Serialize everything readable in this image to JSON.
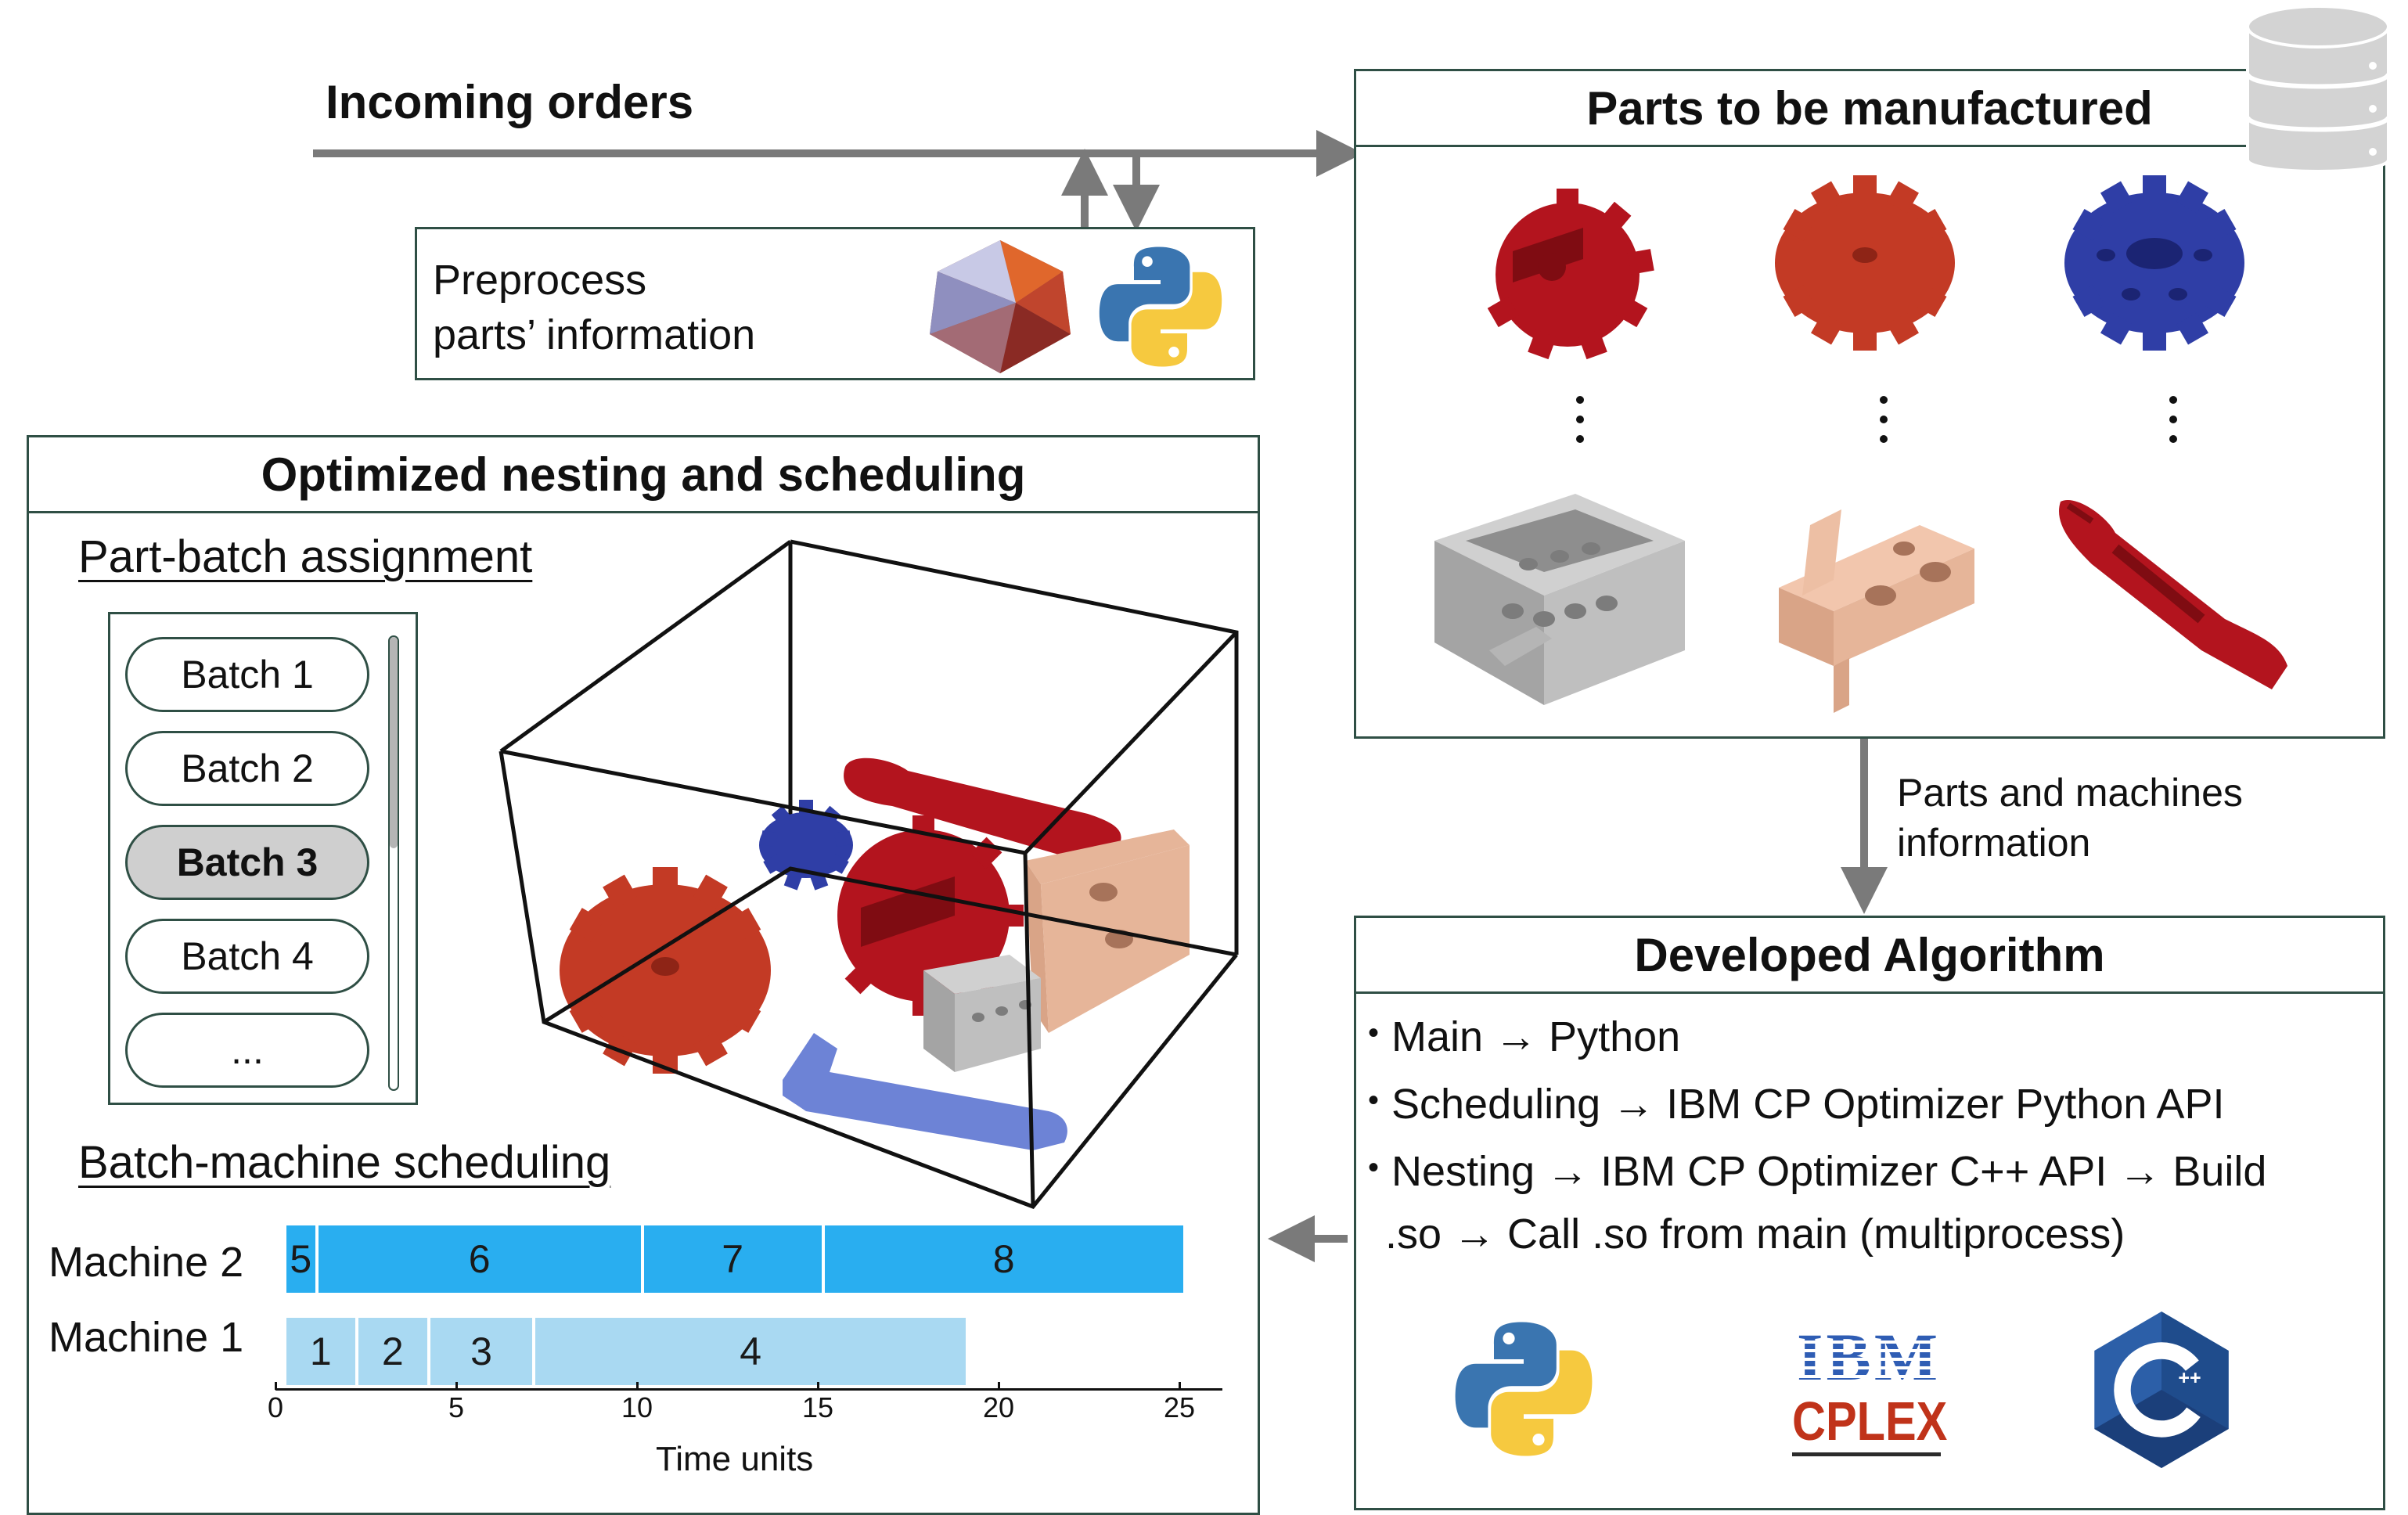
{
  "incoming_orders": "Incoming orders",
  "preprocess": {
    "line1": "Preprocess",
    "line2": "parts’ information"
  },
  "parts_box": {
    "title": "Parts to be manufactured"
  },
  "parts_machines_info": {
    "line1": "Parts and machines",
    "line2": "information"
  },
  "algorithm": {
    "title": "Developed Algorithm",
    "bullets": [
      "Main → Python",
      "Scheduling → IBM CP Optimizer Python API",
      "Nesting → IBM CP Optimizer C++ API → Build",
      ".so → Call .so from main (multiprocess)"
    ]
  },
  "optimized": {
    "title": "Optimized nesting and scheduling",
    "assignment_label": "Part-batch assignment",
    "scheduling_label": "Batch-machine scheduling",
    "batches": [
      "Batch 1",
      "Batch 2",
      "Batch 3",
      "Batch 4",
      "..."
    ],
    "selected_batch": "Batch 3"
  },
  "chart_data": {
    "type": "bar",
    "xlabel": "Time units",
    "xlim": [
      0,
      26.5
    ],
    "ticks": [
      0,
      5,
      10,
      15,
      20,
      25
    ],
    "machines": [
      {
        "name": "Machine 2",
        "color": "#29aef0",
        "batches": [
          {
            "label": "5",
            "start": 0.3,
            "end": 1.1
          },
          {
            "label": "6",
            "start": 1.1,
            "end": 10.1
          },
          {
            "label": "7",
            "start": 10.1,
            "end": 15.1
          },
          {
            "label": "8",
            "start": 15.1,
            "end": 25.1
          }
        ]
      },
      {
        "name": "Machine 1",
        "color": "#a9d9f2",
        "batches": [
          {
            "label": "1",
            "start": 0.3,
            "end": 2.2
          },
          {
            "label": "2",
            "start": 2.2,
            "end": 4.2
          },
          {
            "label": "3",
            "start": 4.2,
            "end": 7.1
          },
          {
            "label": "4",
            "start": 7.1,
            "end": 19.1
          }
        ]
      }
    ]
  },
  "logos": {
    "cplex_brand": "IBM",
    "cplex_product": "CPLEX",
    "cpp_mark": "C++"
  }
}
